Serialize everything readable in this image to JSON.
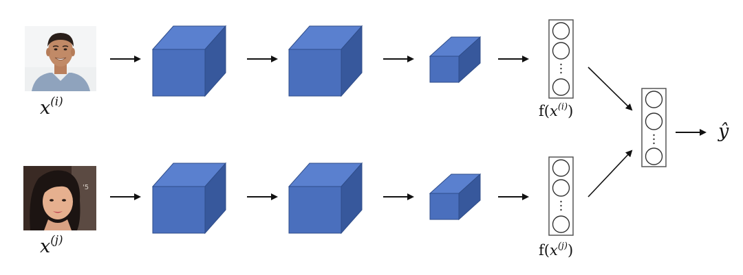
{
  "inputs": [
    {
      "name": "x",
      "superscript": "(i)"
    },
    {
      "name": "x",
      "superscript": "(j)"
    }
  ],
  "encodings": [
    {
      "prefix": "f(",
      "name": "x",
      "superscript": "(i)",
      "suffix": ")"
    },
    {
      "prefix": "f(",
      "name": "x",
      "superscript": "(j)",
      "suffix": ")"
    }
  ],
  "output": {
    "label": "ŷ"
  },
  "colors": {
    "cube_front": "#4a6fbd",
    "cube_top": "#5a80cf",
    "cube_side": "#37589c",
    "cube_edge": "#2f4d8a",
    "arrow": "#111111",
    "vector_box": "#555555",
    "background": "#ffffff"
  },
  "icons": {
    "person_top": "man-face-photo",
    "person_bottom": "woman-face-photo"
  }
}
